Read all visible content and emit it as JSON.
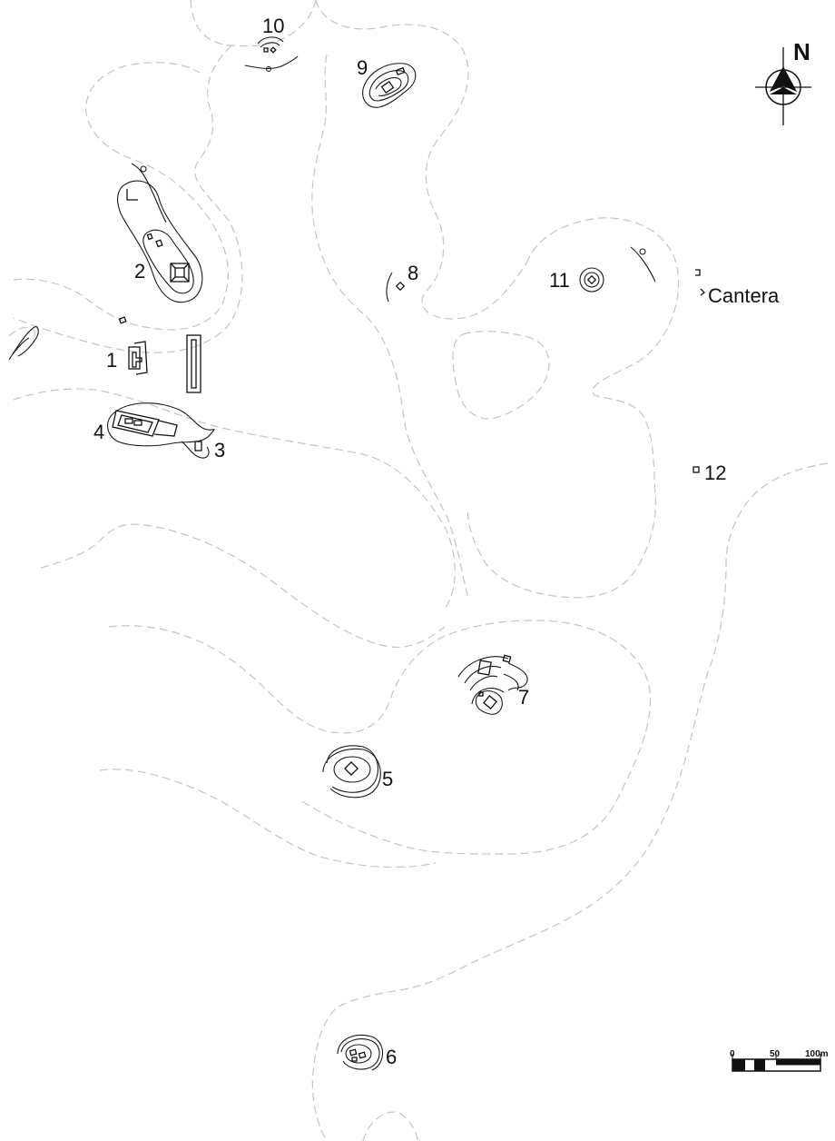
{
  "sites": [
    {
      "id": "site-1",
      "label": "1"
    },
    {
      "id": "site-2",
      "label": "2"
    },
    {
      "id": "site-3",
      "label": "3"
    },
    {
      "id": "site-4",
      "label": "4"
    },
    {
      "id": "site-5",
      "label": "5"
    },
    {
      "id": "site-6",
      "label": "6"
    },
    {
      "id": "site-7",
      "label": "7"
    },
    {
      "id": "site-8",
      "label": "8"
    },
    {
      "id": "site-9",
      "label": "9"
    },
    {
      "id": "site-10",
      "label": "10"
    },
    {
      "id": "site-11",
      "label": "11"
    },
    {
      "id": "site-12",
      "label": "12"
    }
  ],
  "quarry": {
    "label": "Cantera"
  },
  "north_arrow": {
    "label": "N"
  },
  "scale_bar": {
    "ticks": [
      "0",
      "50",
      "100m"
    ]
  },
  "colors": {
    "contour": "#c4c4c4",
    "ink": "#111111",
    "background": "#ffffff"
  }
}
